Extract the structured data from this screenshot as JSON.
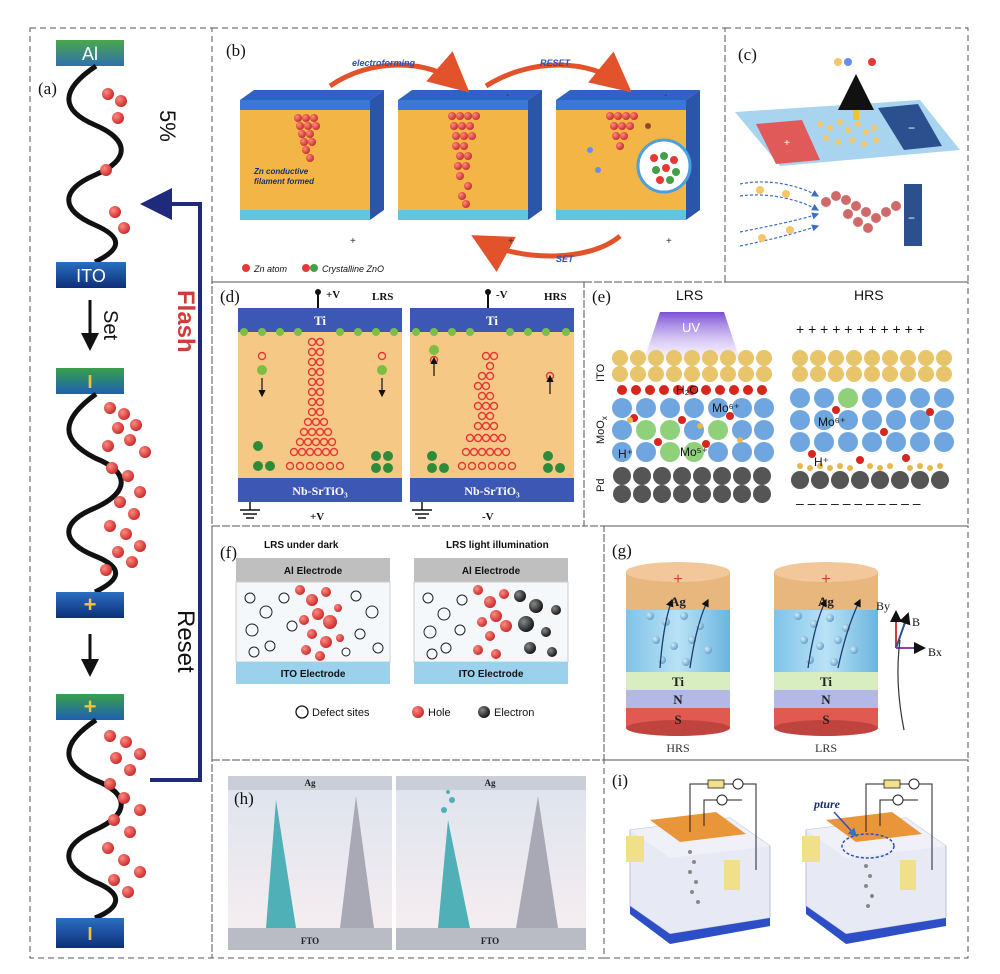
{
  "panel_a": {
    "label": "(a)",
    "top_electrode": "Al",
    "percent": "5%",
    "ito": "ITO",
    "set": "Set",
    "flash": "Flash",
    "reset": "Reset",
    "minus": "I",
    "plus": "+"
  },
  "panel_b": {
    "label": "(b)",
    "electroforming": "electroforming",
    "reset": "RESET",
    "set": "SET",
    "filament": "Zn conductive\nfilament formed",
    "legend_zn": "Zn atom",
    "legend_zno": "Crystalline ZnO",
    "plus": "+",
    "minus": "-"
  },
  "panel_c": {
    "label": "(c)",
    "plus": "+",
    "minus": "−"
  },
  "panel_d": {
    "label": "(d)",
    "left_bias": "+V",
    "left_state": "LRS",
    "right_bias": "-V",
    "right_state": "HRS",
    "top": "Ti",
    "bottom": "Nb-SrTiO₃",
    "left_bottom_bias": "+V",
    "right_bottom_bias": "-V"
  },
  "panel_e": {
    "label": "(e)",
    "lrs": "LRS",
    "hrs": "HRS",
    "uv": "UV",
    "ito": "ITO",
    "moox": "MoO",
    "moox_sub": "x",
    "pd": "Pd",
    "h2o": "H₂O",
    "mo6": "Mo⁶⁺",
    "mo5": "Mo⁵⁺",
    "hplus": "H⁺",
    "plus_row": "+ + + + + + + + + + +",
    "minus_row": "– – – – – – – – – – –"
  },
  "panel_f": {
    "label": "(f)",
    "left_title": "LRS under dark",
    "right_title": "LRS light illumination",
    "top_electrode": "Al Electrode",
    "bottom_electrode": "ITO Electrode",
    "legend_defect": "Defect sites",
    "legend_hole": "Hole",
    "legend_electron": "Electron"
  },
  "panel_g": {
    "label": "(g)",
    "ag": "Ag",
    "ti": "Ti",
    "n": "N",
    "s": "S",
    "plus": "+",
    "hrs": "HRS",
    "lrs": "LRS",
    "by": "By",
    "b": "B",
    "bx": "Bx"
  },
  "panel_h": {
    "label": "(h)",
    "ag": "Ag",
    "fto": "FTO"
  },
  "panel_i": {
    "label": "(i)",
    "rupture": "pture"
  }
}
